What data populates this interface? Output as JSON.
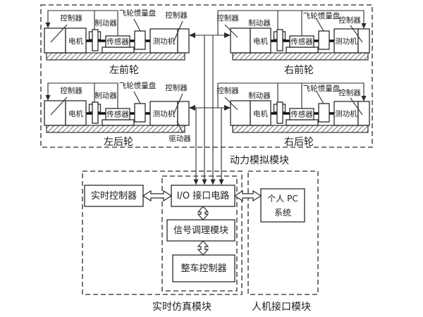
{
  "colors": {
    "line": "#2b2b2b",
    "text": "#1c1c1c",
    "background": "#ffffff"
  },
  "sections": {
    "power_sim": "动力模拟模块",
    "realtime_sim": "实时仿真模块",
    "hmi": "人机接口模块"
  },
  "wheels": {
    "front_left": "左前轮",
    "front_right": "右前轮",
    "rear_left": "左后轮",
    "rear_right": "右后轮"
  },
  "components": {
    "controller": "控制器",
    "brake": "制动器",
    "flywheel": "飞轮惯量盘",
    "motor": "电机",
    "sensor": "传感器",
    "dynamometer": "测功机",
    "driver": "驱动器"
  },
  "blocks": {
    "realtime_controller": "实时控制器",
    "io_interface": "I/O 接口电路",
    "signal_conditioning": "信号调理模块",
    "vehicle_controller": "整车控制器",
    "pc_line1": "个人 PC",
    "pc_line2": "系统"
  }
}
